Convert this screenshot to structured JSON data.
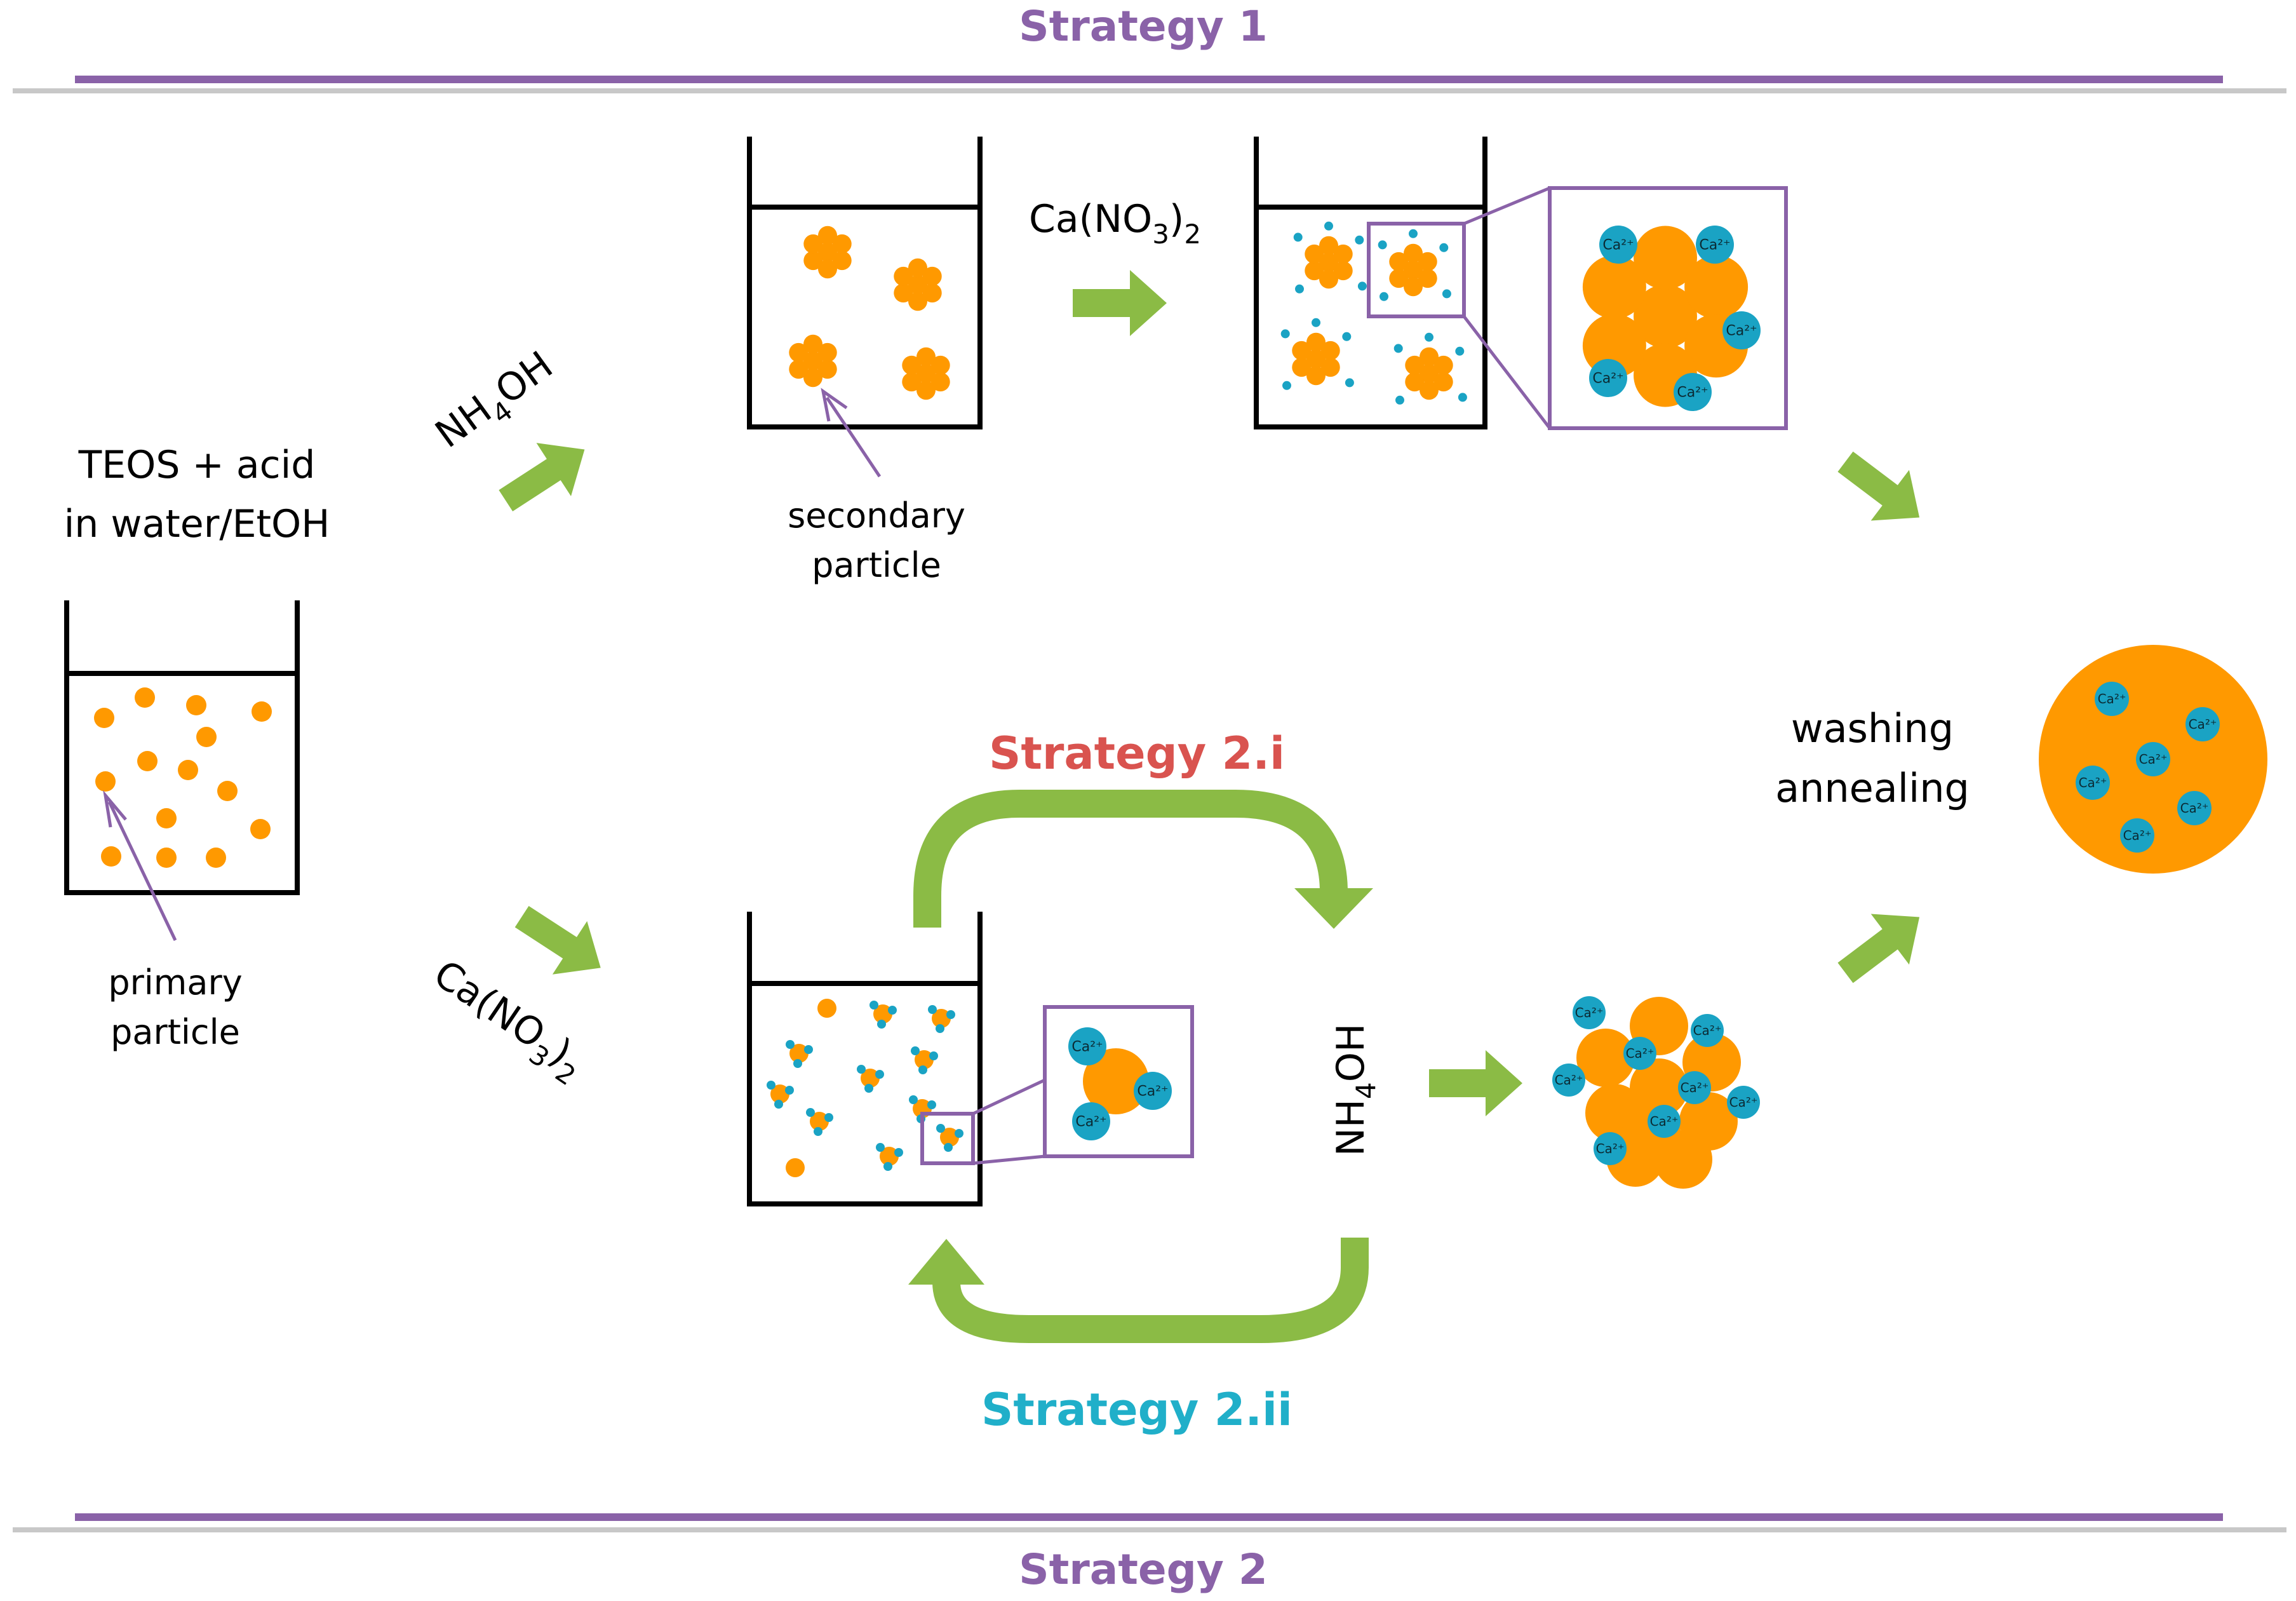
{
  "headings": {
    "strategy1": "Strategy 1",
    "strategy2": "Strategy 2",
    "strategy2i": "Strategy 2.i",
    "strategy2ii": "Strategy 2.ii"
  },
  "labels": {
    "start_line1": "TEOS + acid",
    "start_line2": "in water/EtOH",
    "primary_line1": "primary",
    "primary_line2": "particle",
    "secondary_line1": "secondary",
    "secondary_line2": "particle",
    "washing": "washing",
    "annealing": "annealing"
  },
  "reagents": {
    "ammonia_main": "NH",
    "ammonia_sub": "4",
    "ammonia_tail": "OH",
    "calcium_main": "Ca(NO",
    "calcium_sub": "3",
    "calcium_close": ")",
    "calcium_sub2": "2"
  },
  "ion_label": "Ca²⁺",
  "colors": {
    "particle": "#FF9900",
    "ion": "#1AA3C4",
    "arrow": "#8BBB45",
    "frame": "#8A62A8",
    "heading_purple": "#8A62A8",
    "heading_red": "#D9534F",
    "heading_cyan": "#20AFC9",
    "rule": "#8A62A8",
    "rule_shadow": "#C8C8C8"
  }
}
